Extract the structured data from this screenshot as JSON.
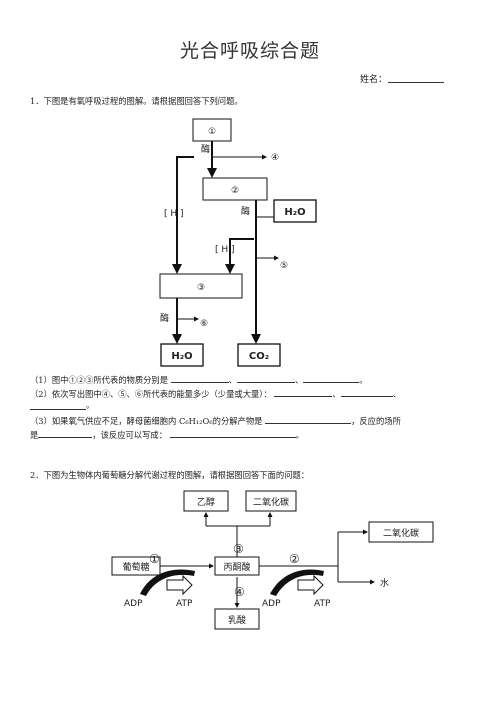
{
  "title": "光合呼吸综合题",
  "name_label": "姓名：",
  "q1": {
    "prompt": "1．下图是有氧呼吸过程的图解。请根据图回答下列问题。",
    "diagram": {
      "box1": "①",
      "box2": "②",
      "box3": "③",
      "enzyme": "酶",
      "hydrogen": "[ H ]",
      "out4": "④",
      "out5": "⑤",
      "out6": "⑥",
      "water_in": "H₂O",
      "water_out": "H₂O",
      "co2": "CO₂"
    },
    "sub1_text": "（1）图中①②③所代表的物质分别是",
    "sub2_text": "（2）依次写出图中④、⑤、⑥所代表的能量多少（少量或大量）：",
    "sub3_line1": "（3）如果氧气供应不足，酵母菌细胞内 C₆H₁₂O₆的分解产物是",
    "sub3_line1_end": "，反应的场所",
    "sub3_line2_a": "是",
    "sub3_line2_b": "，该反应可以写成：",
    "sep_comma": "、",
    "end_period": "。"
  },
  "q2": {
    "prompt": "2．下图为生物体内葡萄糖分解代谢过程的图解，请根据图回答下面的问题：",
    "diagram": {
      "ethanol": "乙醇",
      "co2_top": "二氧化碳",
      "glucose": "葡萄糖",
      "pyruvate": "丙酮酸",
      "co2_right": "二氧化碳",
      "water": "水",
      "lactate": "乳酸",
      "step1": "①",
      "step2": "②",
      "step3": "③",
      "step4": "④",
      "adp1": "ADP",
      "atp1": "ATP",
      "adp2": "ADP",
      "atp2": "ATP"
    }
  }
}
